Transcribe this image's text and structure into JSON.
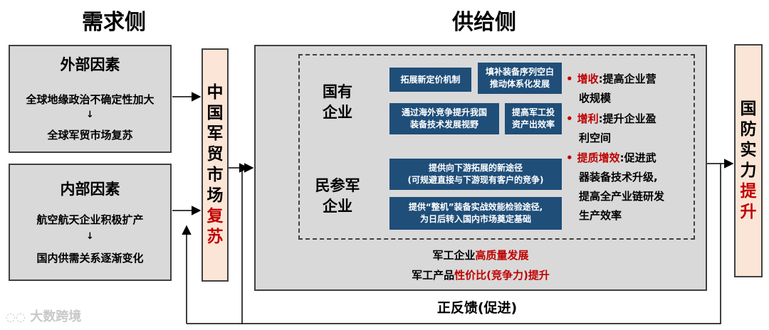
{
  "headers": {
    "demand": "需求侧",
    "supply": "供给侧"
  },
  "external": {
    "title": "外部因素",
    "line1": "全球地缘政治不确定性加大",
    "line2": "全球军贸市场复苏"
  },
  "internal": {
    "title": "内部因素",
    "line1": "航空航天企业积极扩产",
    "line2": "国内供需关系逐渐变化"
  },
  "arrow_down": "↓",
  "market": {
    "chars": [
      "中",
      "国",
      "军",
      "贸",
      "市",
      "场"
    ],
    "highlight": [
      "复",
      "苏"
    ]
  },
  "soe": {
    "label_line1": "国有",
    "label_line2": "企业",
    "boxes": [
      {
        "line1": "拓展新定价机制",
        "line2": ""
      },
      {
        "line1": "填补装备序列空白",
        "line2": "推动体系化发展"
      },
      {
        "line1": "通过海外竞争提升我国",
        "line2": "装备技术发展视野"
      },
      {
        "line1": "提高军工投",
        "line2": "资产出效率"
      }
    ]
  },
  "private": {
    "label_line1": "民参军",
    "label_line2": "企业",
    "boxes": [
      {
        "line1": "提供向下游拓展的新途径",
        "line2": "(可规避直接与下游现有客户的竞争)"
      },
      {
        "line1": "提供“整机”装备实战效能检验途径,",
        "line2": "为日后转入国内市场奠定基础"
      }
    ]
  },
  "benefits": [
    {
      "key": "增收",
      "line1_rest": ":提高企业营",
      "line2": "收规模"
    },
    {
      "key": "增利",
      "line1_rest": ":提升企业盈",
      "line2": "利空间"
    },
    {
      "key": "提质增效",
      "line1_rest": ":促进武",
      "line2": "器装备技术升级,",
      "line3": "提高全产业链研发",
      "line4": "生产效率"
    }
  ],
  "bottom_lines": [
    {
      "prefix": "军工企业",
      "highlight": "高质量发展",
      "suffix": ""
    },
    {
      "prefix": "军工产品",
      "highlight": "性价比(竞争力)提升",
      "suffix": ""
    }
  ],
  "national": {
    "chars": [
      "国",
      "防",
      "实",
      "力"
    ],
    "highlight": [
      "提",
      "升"
    ]
  },
  "feedback": "正反馈(促进)",
  "watermark": "大数跨境",
  "colors": {
    "accent_red": "#c00000",
    "navy": "#1f4e79",
    "gray_box": "#d9d9d9",
    "peach": "#fbe5d6"
  }
}
